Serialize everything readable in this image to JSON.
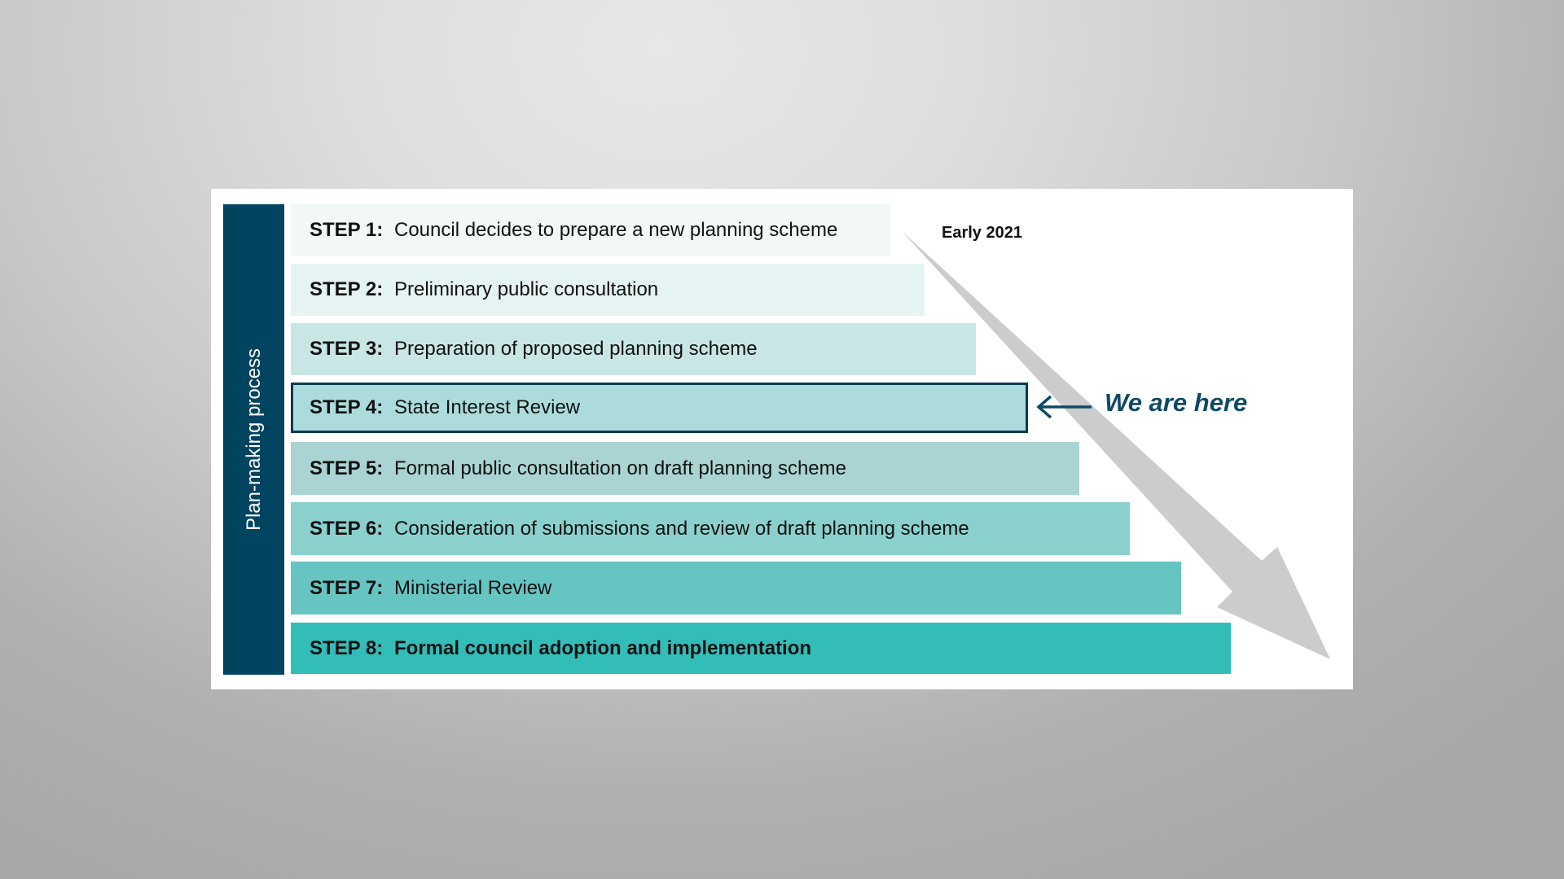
{
  "sidebar": {
    "label": "Plan-making process",
    "color": "#004460"
  },
  "timeline": {
    "label": "Early 2021"
  },
  "current_marker": {
    "label": "We are here",
    "color": "#0e4a66"
  },
  "steps": [
    {
      "num": "STEP 1:",
      "desc": "Council decides to prepare a new planning scheme",
      "color": "#f2f8f8"
    },
    {
      "num": "STEP 2:",
      "desc": "Preliminary public consultation",
      "color": "#e6f3f3"
    },
    {
      "num": "STEP 3:",
      "desc": "Preparation of proposed planning scheme",
      "color": "#c8e6e4"
    },
    {
      "num": "STEP 4:",
      "desc": "State Interest Review",
      "color": "#abdcdb",
      "current": true
    },
    {
      "num": "STEP 5:",
      "desc": "Formal public consultation on draft planning scheme",
      "color": "#a9d4d3"
    },
    {
      "num": "STEP 6:",
      "desc": "Consideration of submissions and review of draft planning scheme",
      "color": "#8ad1cd"
    },
    {
      "num": "STEP 7:",
      "desc": "Ministerial Review",
      "color": "#66c5c2"
    },
    {
      "num": "STEP 8:",
      "desc": "Formal council adoption and implementation",
      "color": "#33bdb8"
    }
  ]
}
